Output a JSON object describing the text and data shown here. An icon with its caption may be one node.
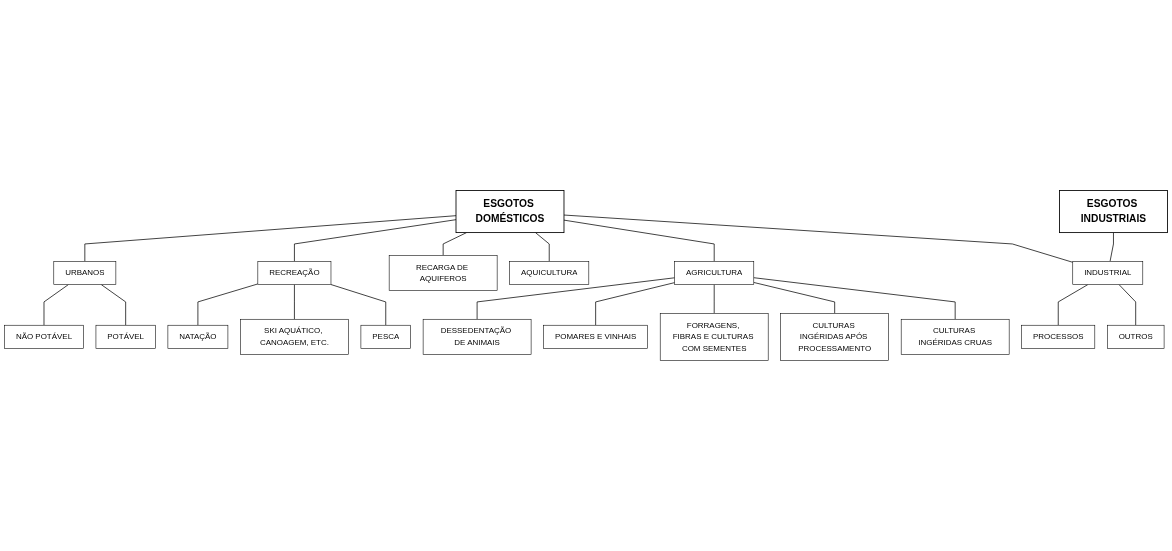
{
  "diagram": {
    "nodes": [
      {
        "text": [
          "ESGOTOS DOMÉSTICOS"
        ]
      },
      {
        "text": [
          "ESGOTOS INDUSTRIAIS"
        ]
      },
      {
        "text": [
          "URBANOS"
        ]
      },
      {
        "text": [
          "RECREAÇÃO"
        ]
      },
      {
        "text": [
          "AQUICULTURA"
        ]
      },
      {
        "text": [
          "AGRICULTURA"
        ]
      },
      {
        "text": [
          "INDUSTRIAL"
        ]
      },
      {
        "text": [
          "NÃO POTÁVEL"
        ]
      },
      {
        "text": [
          "POTÁVEL"
        ]
      },
      {
        "text": [
          "RECARGA DE AQUIFEROS"
        ]
      },
      {
        "text": [
          "PROCESSOS"
        ]
      },
      {
        "text": [
          "OUTROS"
        ]
      },
      {
        "text": [
          "NATAÇÃO"
        ]
      },
      {
        "text": [
          "SKI AQUÁTICO, CANOAGEM, ETC."
        ]
      },
      {
        "text": [
          "PESCA"
        ]
      },
      {
        "text": [
          "DESSEDENTAÇÃO DE ANIMAIS"
        ]
      },
      {
        "text": [
          "POMARES E VINHAIS"
        ]
      },
      {
        "text": [
          "FORRAGENS, FIBRAS E CULTURAS COM SEMENTES"
        ]
      },
      {
        "text": [
          "CULTURAS INGÉRIDAS APÓS PROCESSAMENTO"
        ]
      },
      {
        "text": [
          "CULTURAS INGÉRIDAS CRUAS"
        ]
      }
    ],
    "edges": [
      {
        "from": 0,
        "to": 2,
        "arrow": "none"
      },
      {
        "from": 0,
        "to": 3,
        "arrow": "none"
      },
      {
        "from": 0,
        "to": 9,
        "arrow": "none"
      },
      {
        "from": 0,
        "to": 4,
        "arrow": "none"
      },
      {
        "from": 0,
        "to": 5,
        "arrow": "none"
      },
      {
        "from": 0,
        "to": 6,
        "arrow": "none"
      },
      {
        "from": 1,
        "to": 6,
        "arrow": "none"
      },
      {
        "from": 2,
        "to": 7,
        "arrow": "none"
      },
      {
        "from": 2,
        "to": 8,
        "arrow": "none"
      },
      {
        "from": 3,
        "to": 12,
        "arrow": "none"
      },
      {
        "from": 3,
        "to": 13,
        "arrow": "none"
      },
      {
        "from": 3,
        "to": 14,
        "arrow": "none"
      },
      {
        "from": 5,
        "to": 15,
        "arrow": "none"
      },
      {
        "from": 5,
        "to": 16,
        "arrow": "none"
      },
      {
        "from": 5,
        "to": 17,
        "arrow": "none"
      },
      {
        "from": 5,
        "to": 18,
        "arrow": "none"
      },
      {
        "from": 5,
        "to": 19,
        "arrow": "none"
      },
      {
        "from": 6,
        "to": 10,
        "arrow": "none"
      },
      {
        "from": 6,
        "to": 11,
        "arrow": "none"
      }
    ]
  }
}
